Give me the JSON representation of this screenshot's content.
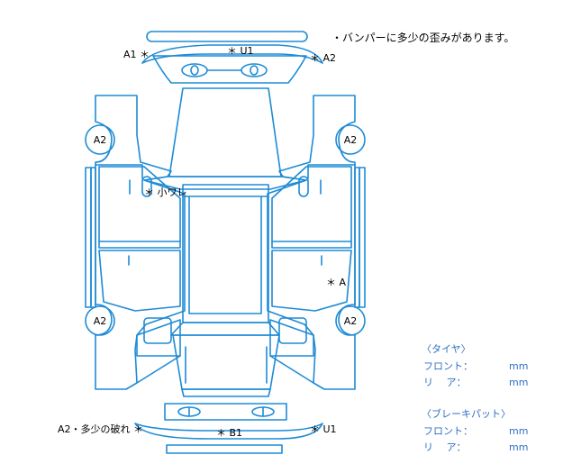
{
  "note": "・バンパーに多少の歪みがあります。",
  "labels": {
    "front_a1": "A1 ＊",
    "front_u1": "＊ U1",
    "front_a2": "＊ A2",
    "left_scratch": "＊ 小ワレ",
    "right_a": "＊ A",
    "rear_left": "A2・多少の破れ ＊",
    "rear_b1": "＊ B1",
    "rear_u1": "＊ U1"
  },
  "wheels": {
    "front_left": "A2",
    "front_right": "A2",
    "rear_left": "A2",
    "rear_right": "A2"
  },
  "tire": {
    "title": "〈タイヤ〉",
    "front_label": "フロント：",
    "front_unit": "mm",
    "rear_label": "リ　 ア：",
    "rear_unit": "mm"
  },
  "brake": {
    "title": "〈ブレーキパット〉",
    "front_label": "フロント：",
    "front_unit": "mm",
    "rear_label": "リ　 ア：",
    "rear_unit": "mm"
  },
  "colors": {
    "line": "#1e8bd6",
    "info_text": "#2f6fc4"
  }
}
